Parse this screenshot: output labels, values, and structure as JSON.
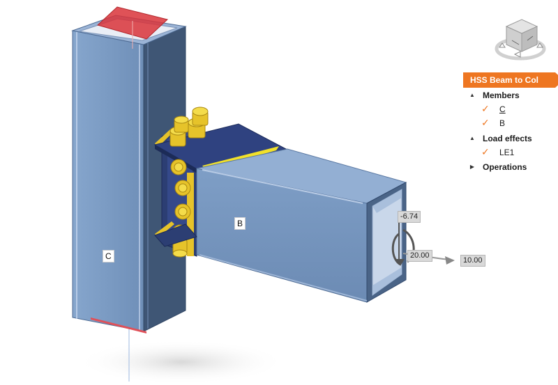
{
  "tree": {
    "header": "HSS Beam to Col",
    "members_label": "Members",
    "member_c": "C",
    "member_b": "B",
    "load_effects_label": "Load effects",
    "le1": "LE1",
    "operations_label": "Operations"
  },
  "model": {
    "column_label": "C",
    "beam_label": "B",
    "load_values": {
      "vertical": "-6.74",
      "moment": "20.00",
      "axial": "10.00"
    }
  },
  "colors": {
    "accent": "#ee7621",
    "steel_face": "#7e9ec6",
    "steel_dark": "#3f5675",
    "plate": "#2c3e73",
    "bolt": "#e6c32a",
    "selection_red": "#d9343a"
  },
  "icons": [
    "view-cube-icon",
    "check-icon",
    "expand-arrow-icon",
    "collapse-arrow-icon"
  ]
}
